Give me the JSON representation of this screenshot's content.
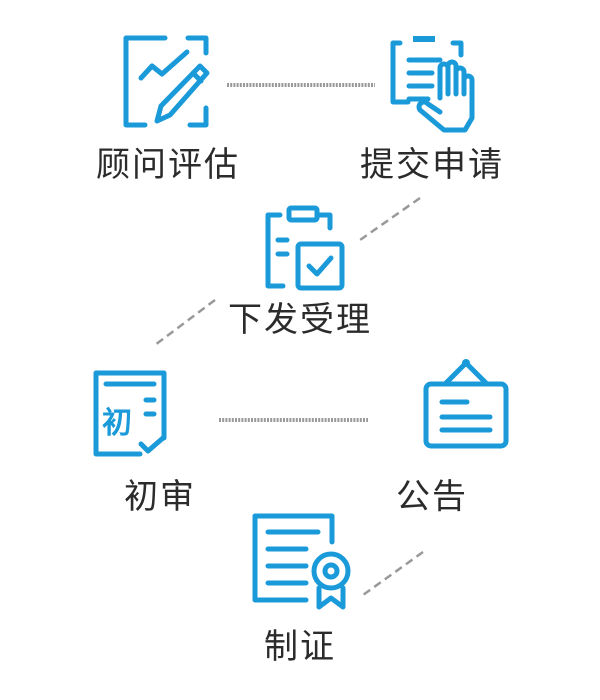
{
  "colors": {
    "accent": "#1a9ad9",
    "text": "#2b2b2b",
    "connector": "#999999"
  },
  "steps": [
    {
      "label": "顾问评估",
      "icon": "chart-pencil-icon"
    },
    {
      "label": "提交申请",
      "icon": "document-hand-icon"
    },
    {
      "label": "下发受理",
      "icon": "clipboard-check-icon"
    },
    {
      "label": "初审",
      "icon": "first-review-document-icon",
      "icon_text": "初"
    },
    {
      "label": "公告",
      "icon": "hanging-notice-board-icon"
    },
    {
      "label": "制证",
      "icon": "certificate-icon"
    }
  ]
}
